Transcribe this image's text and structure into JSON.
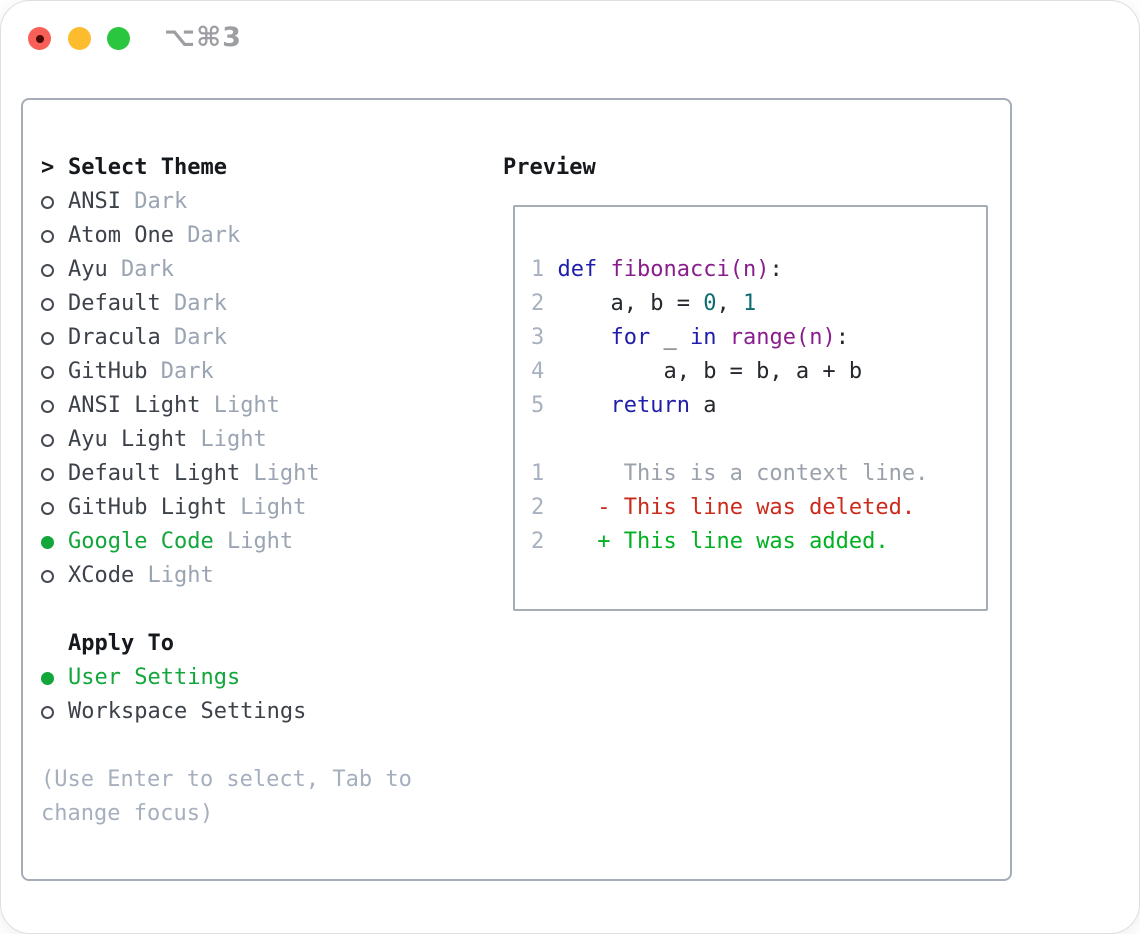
{
  "window": {
    "title": "⌥⌘3",
    "traffic_lights": [
      "close",
      "minimize",
      "zoom"
    ]
  },
  "theme_panel": {
    "prompt": ">",
    "title": "Select Theme",
    "themes": [
      {
        "name": "ANSI",
        "variant": "Dark",
        "selected": false
      },
      {
        "name": "Atom One",
        "variant": "Dark",
        "selected": false
      },
      {
        "name": "Ayu",
        "variant": "Dark",
        "selected": false
      },
      {
        "name": "Default",
        "variant": "Dark",
        "selected": false
      },
      {
        "name": "Dracula",
        "variant": "Dark",
        "selected": false
      },
      {
        "name": "GitHub",
        "variant": "Dark",
        "selected": false
      },
      {
        "name": "ANSI Light",
        "variant": "Light",
        "selected": false
      },
      {
        "name": "Ayu Light",
        "variant": "Light",
        "selected": false
      },
      {
        "name": "Default Light",
        "variant": "Light",
        "selected": false
      },
      {
        "name": "GitHub Light",
        "variant": "Light",
        "selected": false
      },
      {
        "name": "Google Code",
        "variant": "Light",
        "selected": true
      },
      {
        "name": "XCode",
        "variant": "Light",
        "selected": false
      }
    ],
    "apply_to": {
      "title": "Apply To",
      "options": [
        {
          "label": "User Settings",
          "selected": true
        },
        {
          "label": "Workspace Settings",
          "selected": false
        }
      ]
    },
    "help_lines": [
      "(Use Enter to select, Tab to",
      "change focus)"
    ]
  },
  "preview": {
    "title": "Preview",
    "lines": [
      {
        "n": "1",
        "t": [
          [
            "kw",
            "def"
          ],
          [
            "pln",
            " "
          ],
          [
            "fn",
            "fibonacci(n)"
          ],
          [
            "pln",
            ":"
          ]
        ]
      },
      {
        "n": "2",
        "t": [
          [
            "pln",
            "    a, b = "
          ],
          [
            "lit",
            "0"
          ],
          [
            "pln",
            ", "
          ],
          [
            "lit",
            "1"
          ]
        ]
      },
      {
        "n": "3",
        "t": [
          [
            "pln",
            "    "
          ],
          [
            "kw",
            "for"
          ],
          [
            "pln",
            " _ "
          ],
          [
            "kw",
            "in"
          ],
          [
            "pln",
            " "
          ],
          [
            "fn",
            "range(n)"
          ],
          [
            "pln",
            ":"
          ]
        ]
      },
      {
        "n": "4",
        "t": [
          [
            "pln",
            "        a, b = b, a + b"
          ]
        ]
      },
      {
        "n": "5",
        "t": [
          [
            "pln",
            "    "
          ],
          [
            "kw",
            "return"
          ],
          [
            "pln",
            " a"
          ]
        ]
      },
      {
        "n": "",
        "t": []
      },
      {
        "n": "1",
        "t": [
          [
            "ctx",
            "     This is a context line."
          ]
        ]
      },
      {
        "n": "2",
        "t": [
          [
            "pln",
            "   "
          ],
          [
            "del",
            "- This line was deleted."
          ]
        ]
      },
      {
        "n": "2",
        "t": [
          [
            "pln",
            "   "
          ],
          [
            "add",
            "+ This line was added."
          ]
        ]
      }
    ]
  },
  "colors": {
    "accent_green": "#12a63b",
    "diff_added": "#00b122",
    "diff_deleted": "#cb2b1d",
    "diff_context": "#9aa1ab",
    "syntax_keyword": "#1e1eaa",
    "syntax_function": "#8a1d8e",
    "syntax_literal": "#0e6d72",
    "line_number": "#a7b1bf",
    "muted_text": "#9aa4b2",
    "panel_border": "#a6adb7",
    "traffic_red": "#f85f57",
    "traffic_yellow": "#fdbc2e",
    "traffic_green": "#2ac63f"
  }
}
